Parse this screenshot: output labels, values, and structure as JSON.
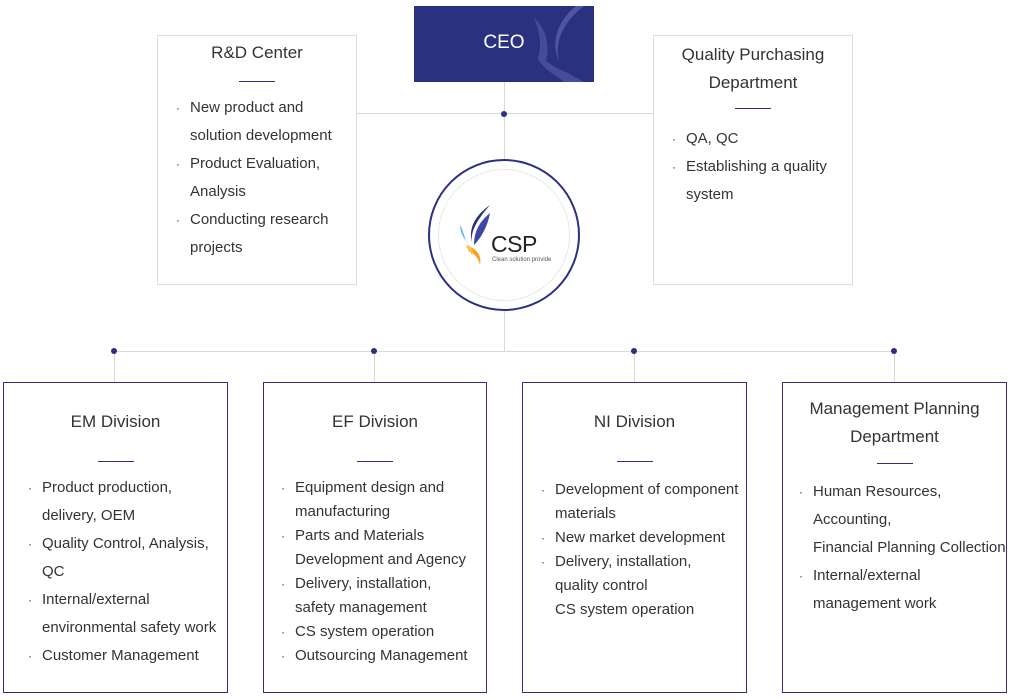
{
  "ceo": {
    "label": "CEO"
  },
  "logo": {
    "name": "CSP",
    "tagline": "Clean solution provide"
  },
  "colors": {
    "accent": "#2b3181",
    "connector": "#d9d9d9",
    "border_light": "#dcdcdc"
  },
  "rd_center": {
    "title": "R&D Center",
    "items": [
      [
        "New product and",
        "solution development"
      ],
      [
        "Product Evaluation,",
        "Analysis"
      ],
      [
        "Conducting research",
        "projects"
      ]
    ]
  },
  "quality": {
    "title_lines": [
      "Quality Purchasing",
      "Department"
    ],
    "items": [
      [
        "QA, QC"
      ],
      [
        "Establishing a quality",
        "system"
      ]
    ]
  },
  "divisions": [
    {
      "title_lines": [
        "EM Division"
      ],
      "items": [
        [
          "Product production,",
          "delivery, OEM"
        ],
        [
          "Quality Control, Analysis,",
          "QC"
        ],
        [
          "Internal/external",
          "environmental safety work"
        ],
        [
          "Customer Management"
        ]
      ]
    },
    {
      "title_lines": [
        "EF Division"
      ],
      "items": [
        [
          "Equipment design and",
          "manufacturing"
        ],
        [
          "Parts and Materials",
          "Development and Agency"
        ],
        [
          "Delivery, installation,",
          "safety management"
        ],
        [
          "CS system operation"
        ],
        [
          "Outsourcing Management"
        ]
      ]
    },
    {
      "title_lines": [
        "NI Division"
      ],
      "items": [
        [
          "Development of component",
          "materials"
        ],
        [
          "New market development"
        ],
        [
          "Delivery, installation,",
          "quality control",
          "CS system operation"
        ]
      ]
    },
    {
      "title_lines": [
        "Management Planning",
        "Department"
      ],
      "items": [
        [
          "Human Resources,",
          "Accounting,",
          "Financial Planning Collection"
        ],
        [
          "Internal/external",
          "management work"
        ]
      ]
    }
  ]
}
